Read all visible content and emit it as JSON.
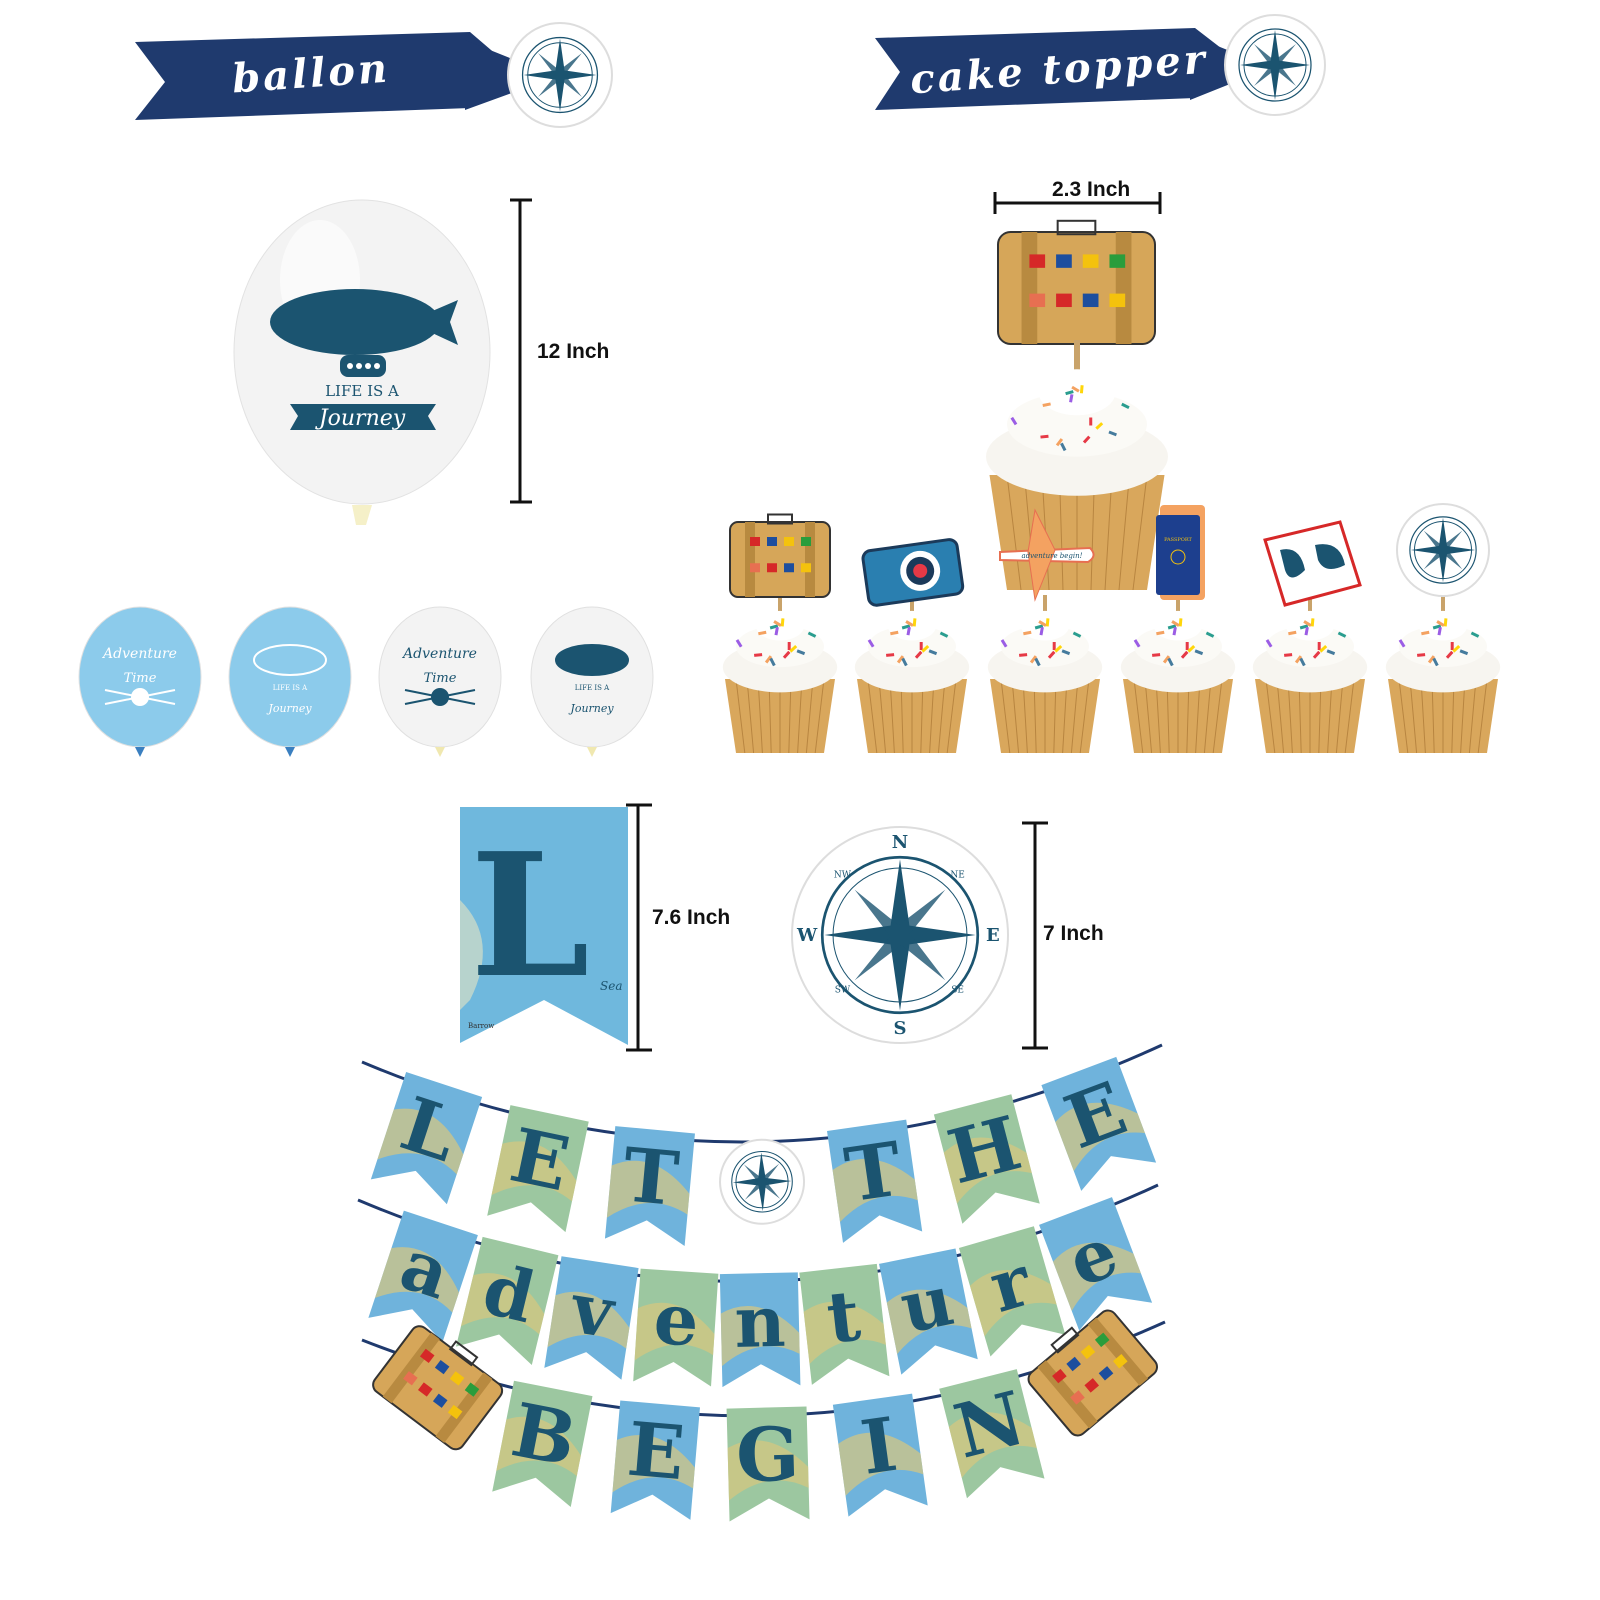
{
  "sections": {
    "balloon_heading": "ballon",
    "cake_topper_heading": "cake topper"
  },
  "dimensions": {
    "balloon": "12 Inch",
    "topper": "2.3 Inch",
    "flag": "7.6 Inch",
    "compass": "7 Inch"
  },
  "balloon_prints": {
    "life_is_a": "LIFE IS A",
    "journey": "Journey",
    "adventure": "Adventure",
    "time": "Time"
  },
  "toppers": {
    "airplane": "adventure begin!",
    "passport": "PASSPORT"
  },
  "compass": {
    "n": "N",
    "e": "E",
    "s": "S",
    "w": "W",
    "ne": "NE",
    "nw": "NW",
    "se": "SE",
    "sw": "SW"
  },
  "flag_sample": {
    "letter": "L",
    "map_label": "Sea",
    "city": "Barrow"
  },
  "bunting": {
    "row1": [
      "L",
      "E",
      "T",
      "*",
      "T",
      "H",
      "E"
    ],
    "row2": [
      "a",
      "d",
      "v",
      "e",
      "n",
      "t",
      "u",
      "r",
      "e"
    ],
    "row3": [
      "#",
      "B",
      "E",
      "G",
      "I",
      "N",
      "#"
    ]
  },
  "colors": {
    "navy": "#1f3a6e",
    "teal": "#1b5470",
    "balloon_blue": "#8ccbeb",
    "kraft": "#d6a659"
  }
}
